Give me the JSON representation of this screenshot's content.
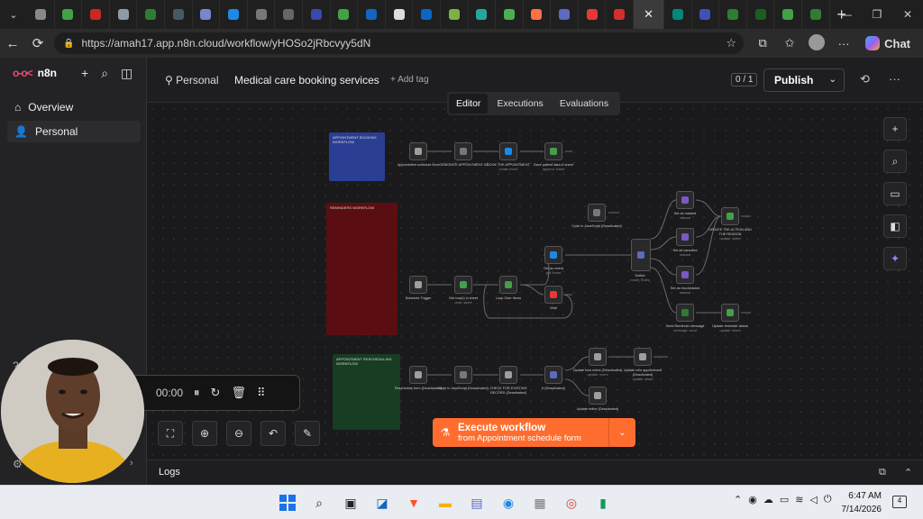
{
  "browser": {
    "url": "https://amah17.app.n8n.cloud/workflow/yHOSo2jRbcvyy5dN",
    "active_tab_close": "✕",
    "tab_colors": [
      "#888",
      "#43a047",
      "#c62828",
      "#8e9aa6",
      "#2e7d32",
      "#455a64",
      "#7986cb",
      "#1e88e5",
      "#777",
      "#666",
      "#3949ab",
      "#43a047",
      "#1565c0",
      "#ddd",
      "#0a66c2",
      "#7cb342",
      "#26a69a",
      "#4caf50",
      "#ff7043",
      "#5c6bc0",
      "#e53935",
      "#d32f2f",
      "#00897b",
      "#3f51b5",
      "#2e7d32",
      "#1b5e20",
      "#43a047",
      "#2e7d32"
    ],
    "chat_label": "Chat"
  },
  "sidebar": {
    "brand": "n8n",
    "items": [
      {
        "label": "Overview"
      },
      {
        "label": "Personal"
      }
    ]
  },
  "header": {
    "breadcrumb": "Personal",
    "workflow_name": "Medical care booking services",
    "add_tag": "+ Add tag",
    "counter": "0 / 1",
    "publish": "Publish"
  },
  "subtabs": [
    "Editor",
    "Executions",
    "Evaluations"
  ],
  "stickies": [
    {
      "label": "APPOINTMENT BOOKING WORKFLOW",
      "color": "#2a3e94"
    },
    {
      "label": "REMINDERS WORKFLOW",
      "color": "#5b0e12"
    },
    {
      "label": "APPOINTMENT RESCHEDULING WORKFLOW",
      "color": "#173d22"
    }
  ],
  "nodes": [
    {
      "label": "Appointment schedule form",
      "sub": "",
      "color": "#9e9e9e"
    },
    {
      "label": "GENERATE APPOINTMENT ID",
      "sub": "",
      "color": "#777"
    },
    {
      "label": "BOOK THE APPOINTMENT",
      "sub": "create event",
      "color": "#1e88e5"
    },
    {
      "label": "Save patient data in sheet",
      "sub": "append: sheet",
      "color": "#43a047"
    },
    {
      "label": "Code in JavaScript (Deactivated)",
      "sub": "",
      "color": "#777"
    },
    {
      "label": "Schedule Trigger",
      "sub": "",
      "color": "#9e9e9e"
    },
    {
      "label": "Get row(s) in sheet",
      "sub": "read: sheet",
      "color": "#43a047"
    },
    {
      "label": "Loop Over Items",
      "sub": "",
      "color": "#43a047"
    },
    {
      "label": "Get an event",
      "sub": "get: event",
      "color": "#1e88e5"
    },
    {
      "label": "Wait",
      "sub": "",
      "color": "#e53935"
    },
    {
      "label": "Switch",
      "sub": "mode: Rules",
      "color": "#5c6bc0"
    },
    {
      "label": "Set as marked",
      "sub": "manual",
      "color": "#7e57c2"
    },
    {
      "label": "Set as canceled",
      "sub": "manual",
      "color": "#7e57c2"
    },
    {
      "label": "Set as rescheduled",
      "sub": "manual",
      "color": "#7e57c2"
    },
    {
      "label": "UPDATE THE ACTION AND THE REASON",
      "sub": "update: sheet",
      "color": "#43a047"
    },
    {
      "label": "Send Reminder message",
      "sub": "message: send",
      "color": "#2e7d32"
    },
    {
      "label": "Update reminder status",
      "sub": "update: sheet",
      "color": "#43a047"
    },
    {
      "label": "Reschedule form (Deactivated)",
      "sub": "",
      "color": "#9e9e9e"
    },
    {
      "label": "Code in JavaScript (Deactivated)",
      "sub": "",
      "color": "#777"
    },
    {
      "label": "CHECK FOR EXISTING RECORD (Deactivated)",
      "sub": "",
      "color": "#9e9e9e"
    },
    {
      "label": "If (Deactivated)",
      "sub": "",
      "color": "#5c6bc0"
    },
    {
      "label": "Update new event (Deactivated)",
      "sub": "update: event",
      "color": "#9e9e9e"
    },
    {
      "label": "Update new appointment (Deactivated)",
      "sub": "update: sheet",
      "color": "#9e9e9e"
    },
    {
      "label": "Update entire (Deactivated)",
      "sub": "",
      "color": "#9e9e9e"
    }
  ],
  "execute": {
    "title": "Execute workflow",
    "subtitle": "from Appointment schedule form"
  },
  "logs": {
    "label": "Logs"
  },
  "recorder": {
    "time": "00:00"
  },
  "taskbar": {
    "time": "6:47 AM",
    "date": "7/14/2026",
    "notif_count": "4"
  }
}
